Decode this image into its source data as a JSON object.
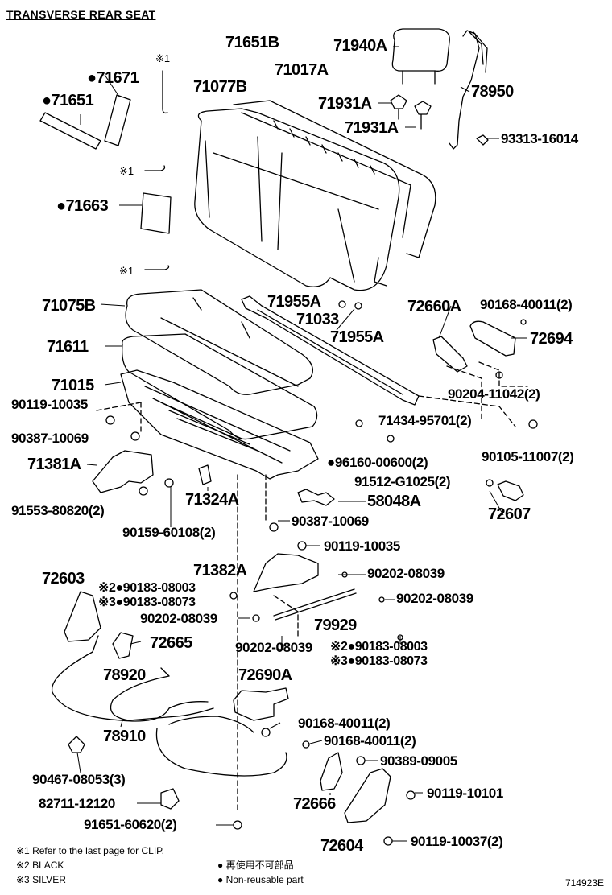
{
  "title": "TRANSVERSE REAR SEAT",
  "diagram_code": "714923E",
  "legend": {
    "note1": "※1 Refer to the last page for CLIP.",
    "note2": "※2 BLACK",
    "note3": "※3 SILVER",
    "reuse_jp": "再使用不可部品",
    "reuse_en": "Non-reusable part"
  },
  "parts": {
    "p71651B": "71651B",
    "p71940A": "71940A",
    "clip1": "※1",
    "p71671": "●71671",
    "p71077B": "71077B",
    "p71017A": "71017A",
    "p71651": "●71651",
    "p71931A_1": "71931A",
    "p78950": "78950",
    "p71931A_2": "71931A",
    "p93313": "93313-16014",
    "clip2": "※1",
    "p71663": "●71663",
    "clip3": "※1",
    "p71955A_1": "71955A",
    "p72660A": "72660A",
    "p90168_top": "90168-40011(2)",
    "p71075B": "71075B",
    "p71033": "71033",
    "p71955A_2": "71955A",
    "p72694": "72694",
    "p71611": "71611",
    "p71015": "71015",
    "p90204": "90204-11042(2)",
    "p90119a": "90119-10035",
    "p71434": "71434-95701(2)",
    "p90387a": "90387-10069",
    "p96160": "●96160-00600(2)",
    "p90105": "90105-11007(2)",
    "p71381A": "71381A",
    "p91512": "91512-G1025(2)",
    "p71324A": "71324A",
    "p58048A": "58048A",
    "p91553": "91553-80820(2)",
    "p72607": "72607",
    "p90159": "90159-60108(2)",
    "p90387b": "90387-10069",
    "p90119b": "90119-10035",
    "p71382A": "71382A",
    "p72603": "72603",
    "p90202a": "90202-08039",
    "p90183_03a": "※2●90183-08003",
    "p90183_73a": "※3●90183-08073",
    "p90202b": "90202-08039",
    "p90202c": "90202-08039",
    "p79929": "79929",
    "p72665": "72665",
    "p90202d": "90202-08039",
    "p90183_03b": "※2●90183-08003",
    "p90183_73b": "※3●90183-08073",
    "p78920": "78920",
    "p72690A": "72690A",
    "p90168b": "90168-40011(2)",
    "p78910": "78910",
    "p90168c": "90168-40011(2)",
    "p90389": "90389-09005",
    "p90467": "90467-08053(3)",
    "p72666": "72666",
    "p90119c": "90119-10101",
    "p82711": "82711-12120",
    "p91651": "91651-60620(2)",
    "p72604": "72604",
    "p90119d": "90119-10037(2)"
  }
}
